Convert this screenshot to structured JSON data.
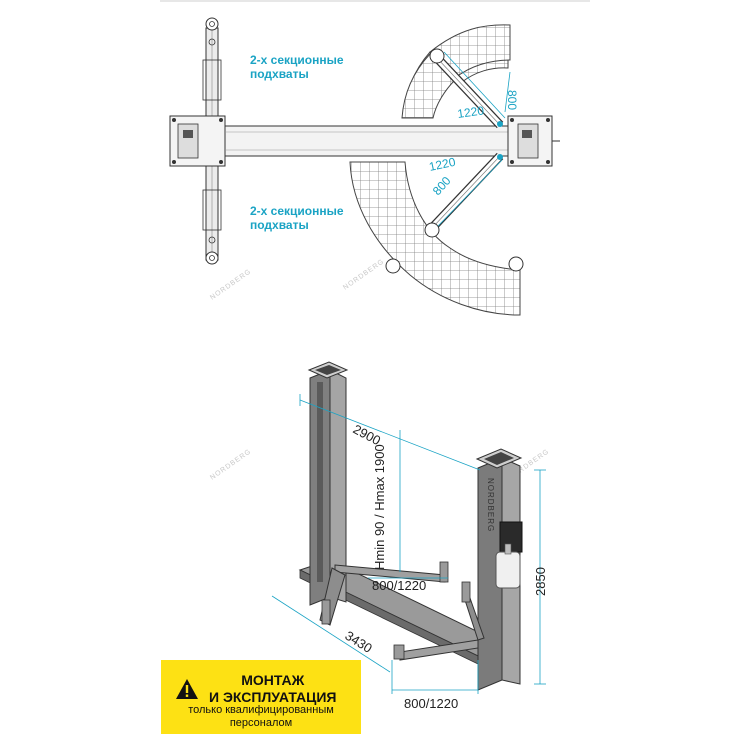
{
  "top_view": {
    "arm_label_top": [
      "2-х секционные",
      "подхваты"
    ],
    "arm_label_bottom": [
      "2-х секционные",
      "подхваты"
    ],
    "dim_arm_long_top": "1220",
    "dim_arm_short_top": "800",
    "dim_arm_long_bottom": "1220",
    "dim_arm_short_bottom": "800"
  },
  "iso_view": {
    "dim_inner_width": "2900",
    "dim_lift_height": "Hmin 90 / Hmax 1900",
    "dim_total_height": "2850",
    "dim_base_length": "3430",
    "dim_arm_upper": "800/1220",
    "dim_arm_lower": "800/1220",
    "column_brand": "NORDBERG",
    "watermark": "NORDBERG"
  },
  "warning": {
    "line1": "МОНТАЖ",
    "line2": "И ЭКСПЛУАТАЦИЯ",
    "line3": "только квалифицированным",
    "line4": "персоналом"
  },
  "colors": {
    "accent": "#1aa3c4",
    "warning_bg": "#fde114",
    "metal": "#8d8d8d",
    "metal_dark": "#5e5e5e"
  }
}
